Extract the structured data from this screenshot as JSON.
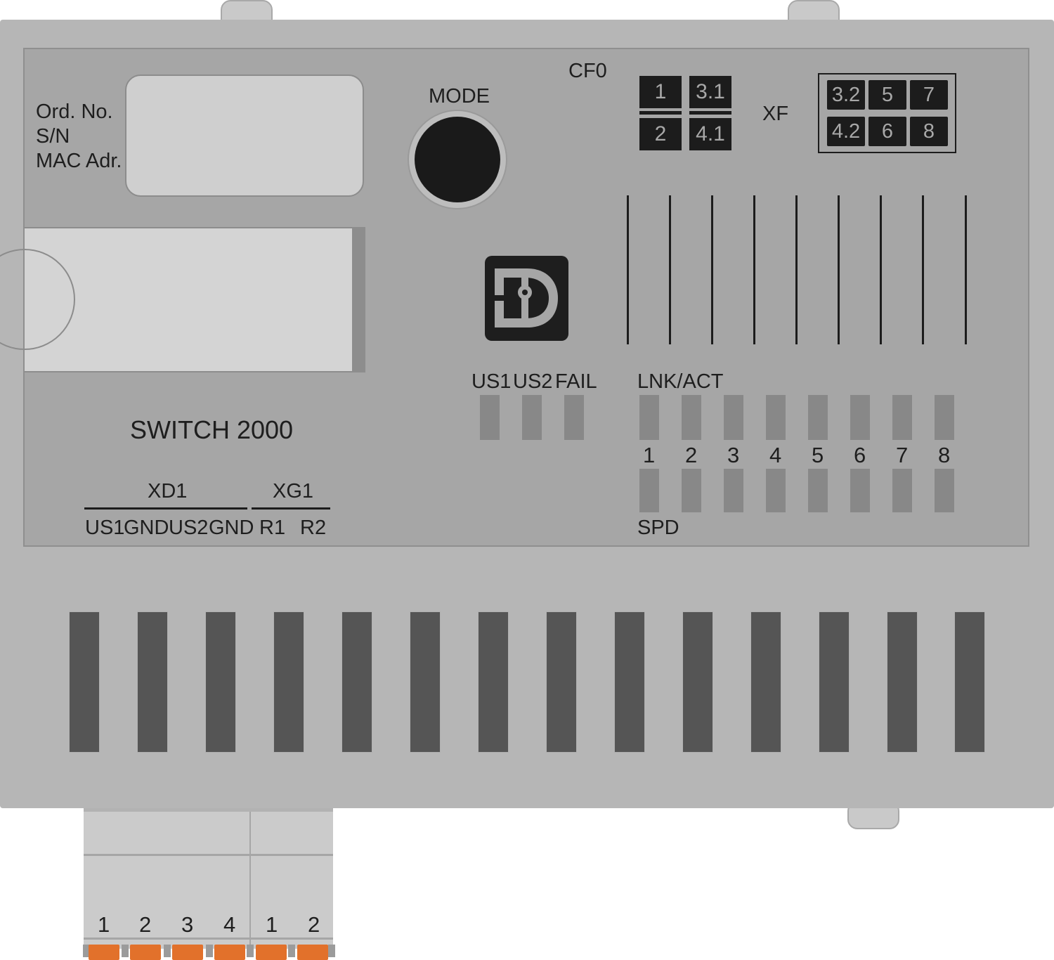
{
  "device": {
    "model_label": "SWITCH 2000",
    "colors": {
      "housing": "#b6b6b6",
      "panel": "#a6a6a6",
      "led_off": "#888888",
      "vent": "#555555",
      "terminal_release": "#e2712b",
      "dark": "#1c1c1c"
    }
  },
  "info_labels": [
    "Ord. No.",
    "S/N",
    "MAC Adr."
  ],
  "mode": {
    "label": "MODE"
  },
  "cf0": {
    "label": "CF0",
    "switches": [
      "1",
      "3.1",
      "2",
      "4.1"
    ]
  },
  "xf": {
    "label": "XF",
    "switches": [
      "3.2",
      "5",
      "7",
      "4.2",
      "6",
      "8"
    ]
  },
  "status_leds": {
    "labels": [
      "US1",
      "US2",
      "FAIL"
    ]
  },
  "port_leds": {
    "lnk_label": "LNK/ACT",
    "spd_label": "SPD",
    "ports": [
      "1",
      "2",
      "3",
      "4",
      "5",
      "6",
      "7",
      "8"
    ]
  },
  "connectors": {
    "xd1_label": "XD1",
    "xg1_label": "XG1",
    "xd1_pins": [
      "US1",
      "GND",
      "US2",
      "GND"
    ],
    "xg1_pins": [
      "R1",
      "R2"
    ],
    "terminal_numbers": [
      "1",
      "2",
      "3",
      "4",
      "1",
      "2"
    ]
  },
  "logo_icon": "phoenix-contact-logo-icon"
}
